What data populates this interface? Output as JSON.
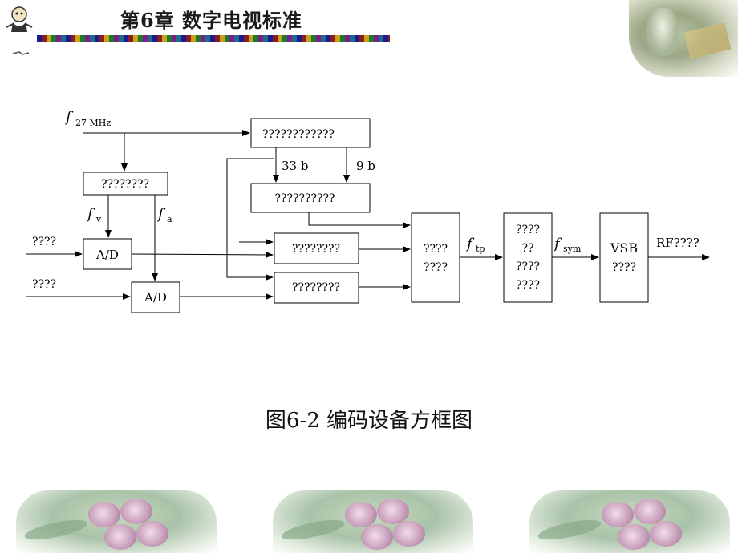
{
  "header": {
    "title": "第6章  数字电视标准"
  },
  "diagram": {
    "input_clock": "f",
    "input_clock_sub": "27 MHz",
    "boxes": {
      "clock_divider": "????????",
      "top_generator": "????????????",
      "mid_generator": "??????????",
      "video_encoder": "????????",
      "audio_encoder": "????????",
      "mux": [
        "????",
        "????"
      ],
      "fec": [
        "????",
        "??",
        "????",
        "????"
      ],
      "vsb": [
        "VSB",
        "????"
      ],
      "ad_video": "A/D",
      "ad_audio": "A/D"
    },
    "labels": {
      "fv": "f",
      "fv_sub": "v",
      "fa": "f",
      "fa_sub": "a",
      "bits_33": "33 b",
      "bits_9": "9 b",
      "video_in": "????",
      "audio_in": "????",
      "ftp": "f",
      "ftp_sub": "tp",
      "fsym": "f",
      "fsym_sub": "sym",
      "rf_out": "RF????"
    }
  },
  "caption": "图6-2 编码设备方框图"
}
